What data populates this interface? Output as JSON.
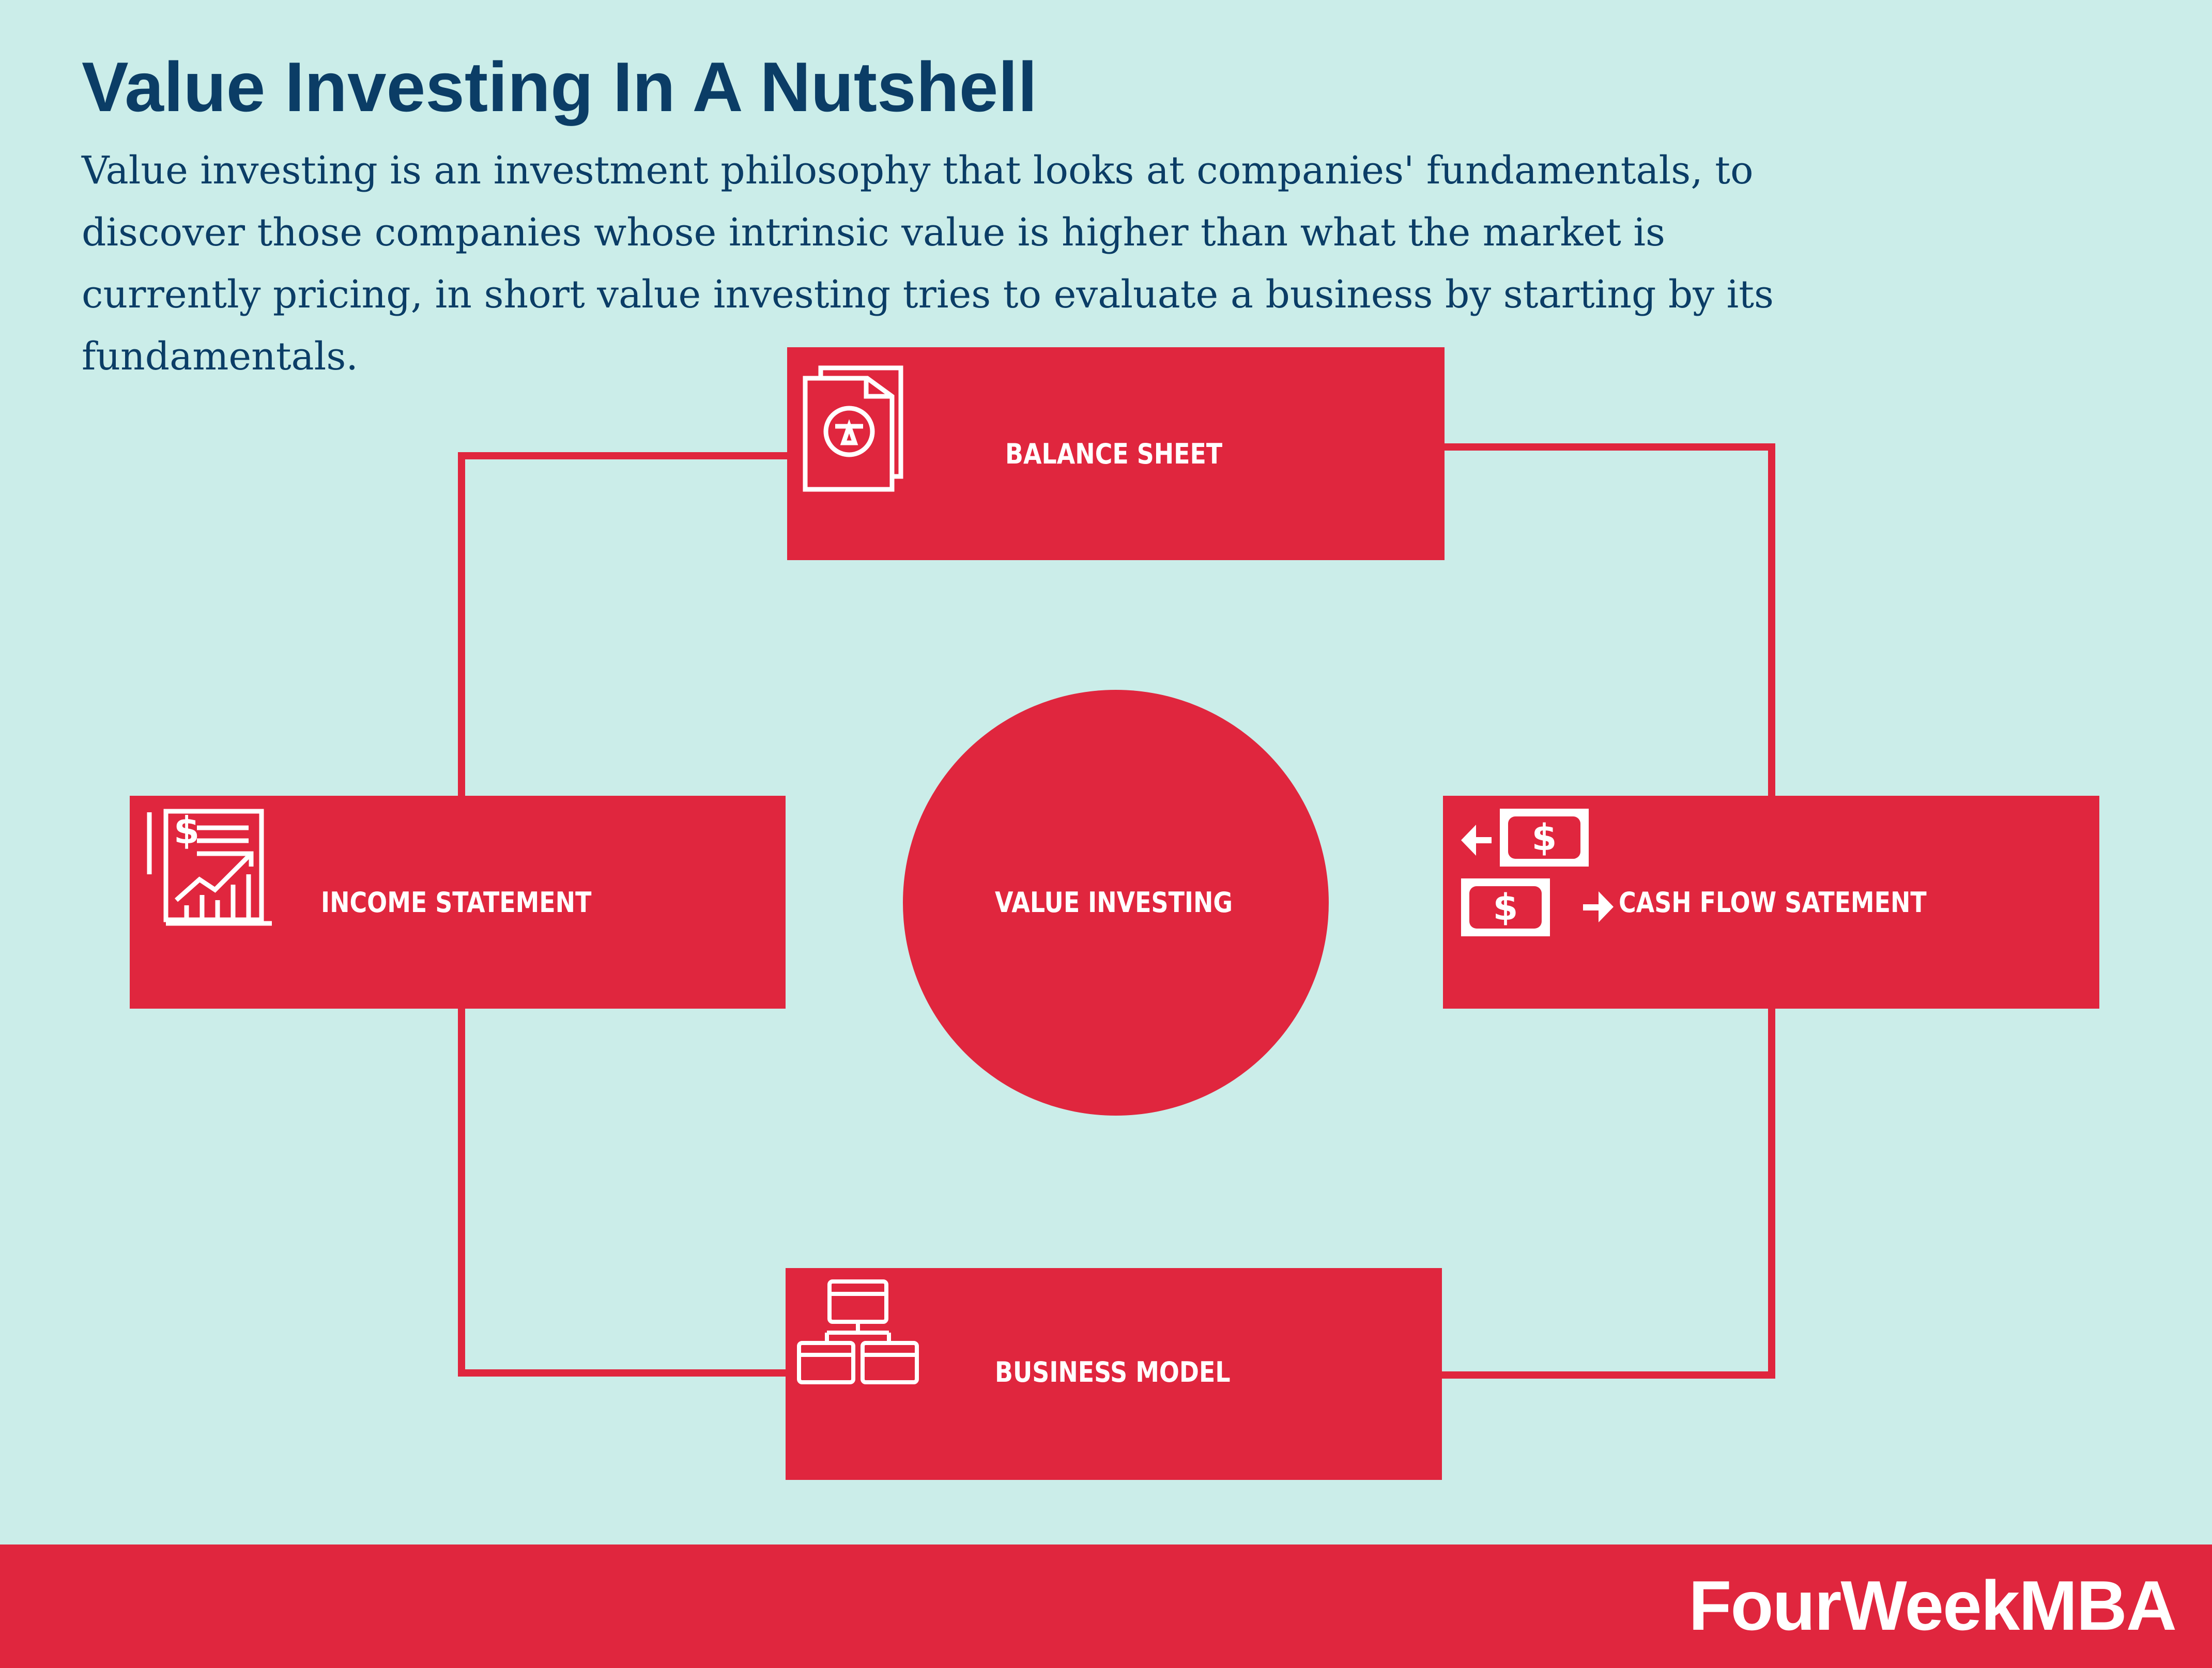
{
  "header": {
    "title": "Value Investing In A Nutshell",
    "description": "Value investing is an investment philosophy that looks at companies' fundamentals, to discover those companies whose intrinsic value is higher than what the market is currently pricing, in short value investing tries to evaluate a business by starting by its fundamentals."
  },
  "diagram": {
    "center": "VALUE INVESTING",
    "nodes": {
      "top": {
        "label": "BALANCE SHEET",
        "icon": "balance-sheet-icon"
      },
      "left": {
        "label": "INCOME STATEMENT",
        "icon": "income-statement-icon"
      },
      "right": {
        "label": "CASH FLOW SATEMENT",
        "icon": "cash-flow-icon"
      },
      "bottom": {
        "label": "BUSINESS MODEL",
        "icon": "business-model-icon"
      }
    }
  },
  "footer": {
    "brand": "FourWeekMBA"
  },
  "colors": {
    "background": "#cbede9",
    "accent": "#e0263e",
    "title": "#0b3d66"
  }
}
